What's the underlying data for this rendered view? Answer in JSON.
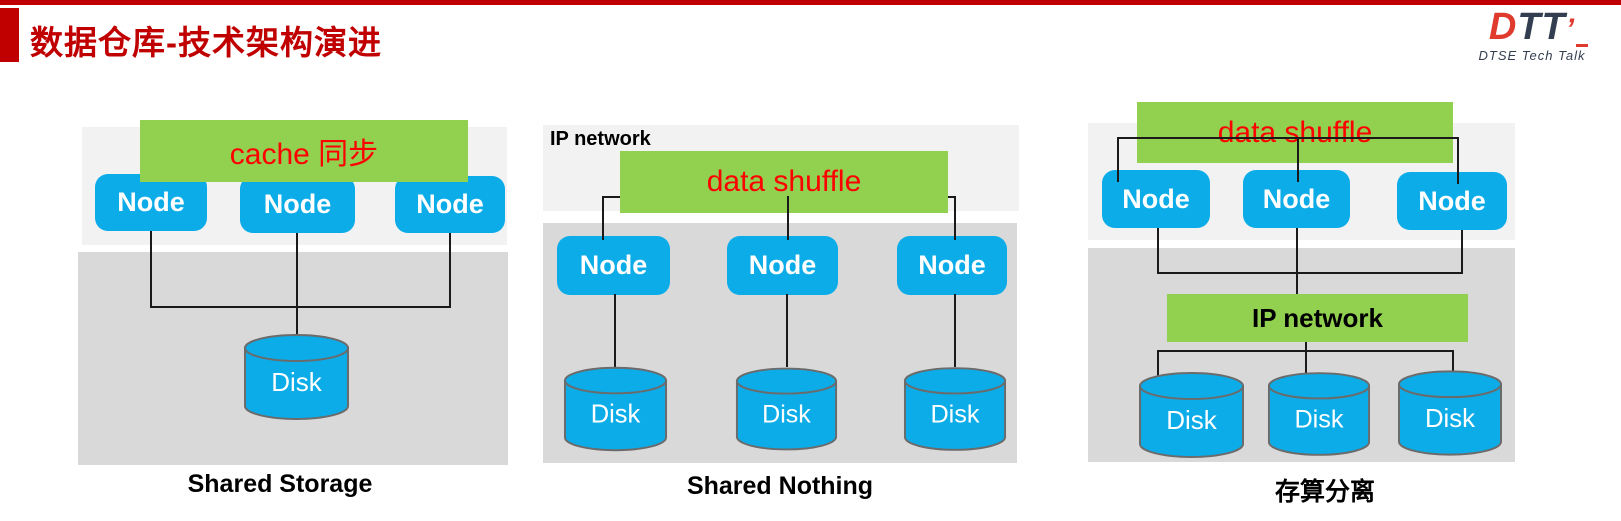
{
  "slide": {
    "title": "数据仓库-技术架构演进",
    "logo": {
      "part1": "D",
      "part2": "TT",
      "accent": "’",
      "subtitle": "DTSE  Tech Talk"
    }
  },
  "colors": {
    "accent_red": "#c00000",
    "logo_red": "#e03a2f",
    "logo_navy": "#333f50",
    "green": "#92d050",
    "node_blue": "#0cace8",
    "overlay_red": "#ff0000",
    "light_gray": "#f2f2f2",
    "dark_gray": "#d9d9d9",
    "line_color": "#1a1a1a",
    "disk_outline": "#6b6b6b"
  },
  "diagrams": [
    {
      "caption": "Shared Storage",
      "overlay_label": "cache 同步",
      "nodes": [
        "Node",
        "Node",
        "Node"
      ],
      "disks": [
        "Disk"
      ]
    },
    {
      "caption": "Shared Nothing",
      "corner_label": "IP network",
      "overlay_label": "data shuffle",
      "nodes": [
        "Node",
        "Node",
        "Node"
      ],
      "disks": [
        "Disk",
        "Disk",
        "Disk"
      ]
    },
    {
      "caption": "存算分离",
      "overlay_label": "data shuffle",
      "network_label": "IP network",
      "nodes": [
        "Node",
        "Node",
        "Node"
      ],
      "disks": [
        "Disk",
        "Disk",
        "Disk"
      ]
    }
  ]
}
